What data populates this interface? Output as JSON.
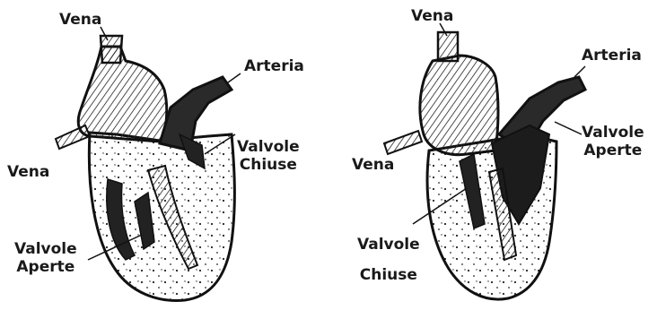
{
  "left_heart": {
    "label_vena_top": "Vena",
    "label_arteria": "Arteria",
    "label_vena_side": "Vena",
    "label_valves_closed_line1": "Valvole",
    "label_valves_closed_line2": "Chiuse",
    "label_valves_open_line1": "Valvole",
    "label_valves_open_line2": "Aperte"
  },
  "right_heart": {
    "label_vena_top": "Vena",
    "label_arteria": "Arteria",
    "label_vena_side": "Vena",
    "label_valves_open_line1": "Valvole",
    "label_valves_open_line2": "Aperte",
    "label_valves_closed_line1": "Valvole",
    "label_valves_closed_line2": "Chiuse"
  }
}
